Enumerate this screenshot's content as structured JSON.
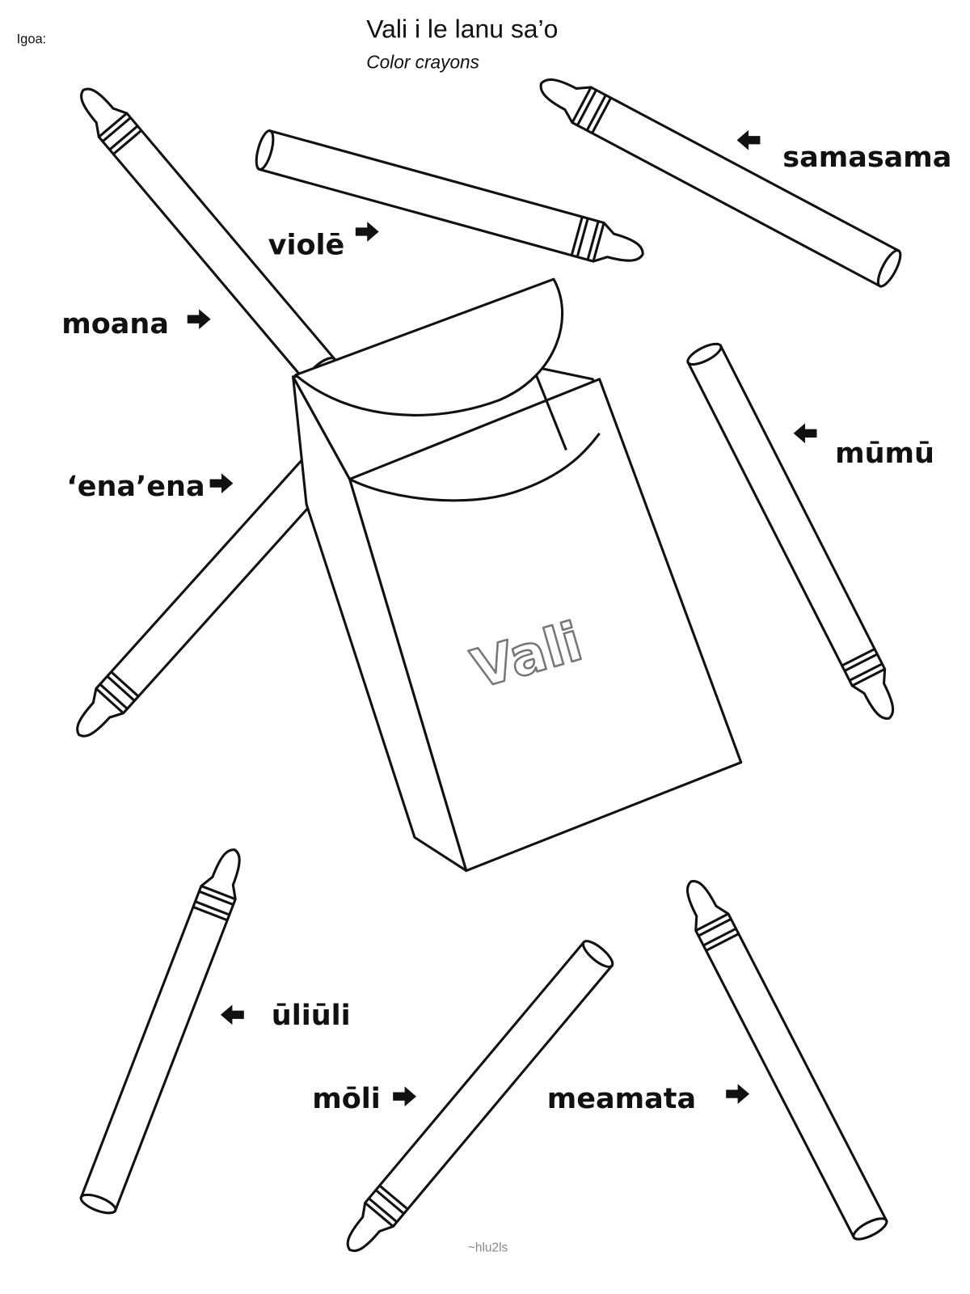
{
  "header": {
    "name_label": "Igoa:",
    "title": "Vali i le lanu sa’o",
    "subtitle": "Color crayons"
  },
  "box": {
    "brand": "Vali"
  },
  "crayon_labels": [
    {
      "text": "samasama",
      "arrow": "left-arrow-icon"
    },
    {
      "text": "violē",
      "arrow": "right-arrow-icon"
    },
    {
      "text": "moana",
      "arrow": "right-arrow-icon"
    },
    {
      "text": "mūmū",
      "arrow": "left-arrow-icon"
    },
    {
      "text": "‘ena’ena",
      "arrow": "right-arrow-icon"
    },
    {
      "text": "ūliūli",
      "arrow": "left-arrow-icon"
    },
    {
      "text": "mōli",
      "arrow": "right-arrow-icon"
    },
    {
      "text": "meamata",
      "arrow": "right-arrow-icon"
    }
  ],
  "footer": {
    "credit": "~hlu2ls"
  }
}
